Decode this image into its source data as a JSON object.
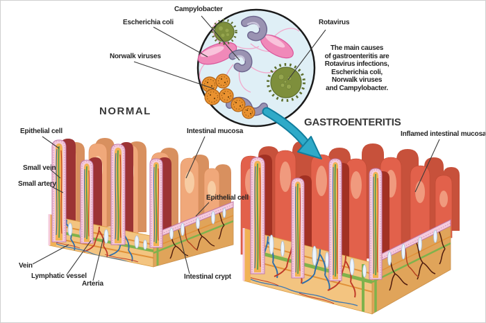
{
  "titles": {
    "normal": "NORMAL",
    "gastro": "GASTROENTERITIS"
  },
  "inset": {
    "caption": "The main causes\nof gastroenteritis are\nRotavirus infections,\nEscherichia coli,\nNorwalk viruses\nand Campylobacter."
  },
  "labels": {
    "campylobacter": "Campylobacter",
    "escherichia_coli": "Escherichia coli",
    "norwalk_viruses": "Norwalk viruses",
    "rotavirus": "Rotavirus",
    "epithelial_cell_left": "Epithelial cell",
    "intestinal_mucosa": "Intestinal mucosa",
    "small_vein": "Small vein",
    "small_artery": "Small artery",
    "epithelial_cell_right": "Epithelial cell",
    "vein": "Vein",
    "lymphatic_vessel": "Lymphatic vessel",
    "arteria": "Arteria",
    "intestinal_crypt": "Intestinal crypt",
    "inflamed_intestinal_mucosa": "Inflamed intestinal mucosa"
  },
  "colors": {
    "villus_normal": "#F0A87A",
    "villus_normal_dark": "#9C3334",
    "villus_inflamed": "#E2614B",
    "artery": "#C03A28",
    "vein": "#2E6FAC",
    "lymphatic_vessel": "#7FB24C",
    "mucosa_lining": "#F5CBDC",
    "tissue_block": "#F3C480",
    "inset_background": "#DFEFF6",
    "arrow": "#2FAAC8",
    "e_coli_bacteria": "#F089B9",
    "campylobacter_bacteria": "#9A93B2",
    "rotavirus_particle": "#7E8F3C",
    "norwalk_particle": "#E9912F"
  }
}
